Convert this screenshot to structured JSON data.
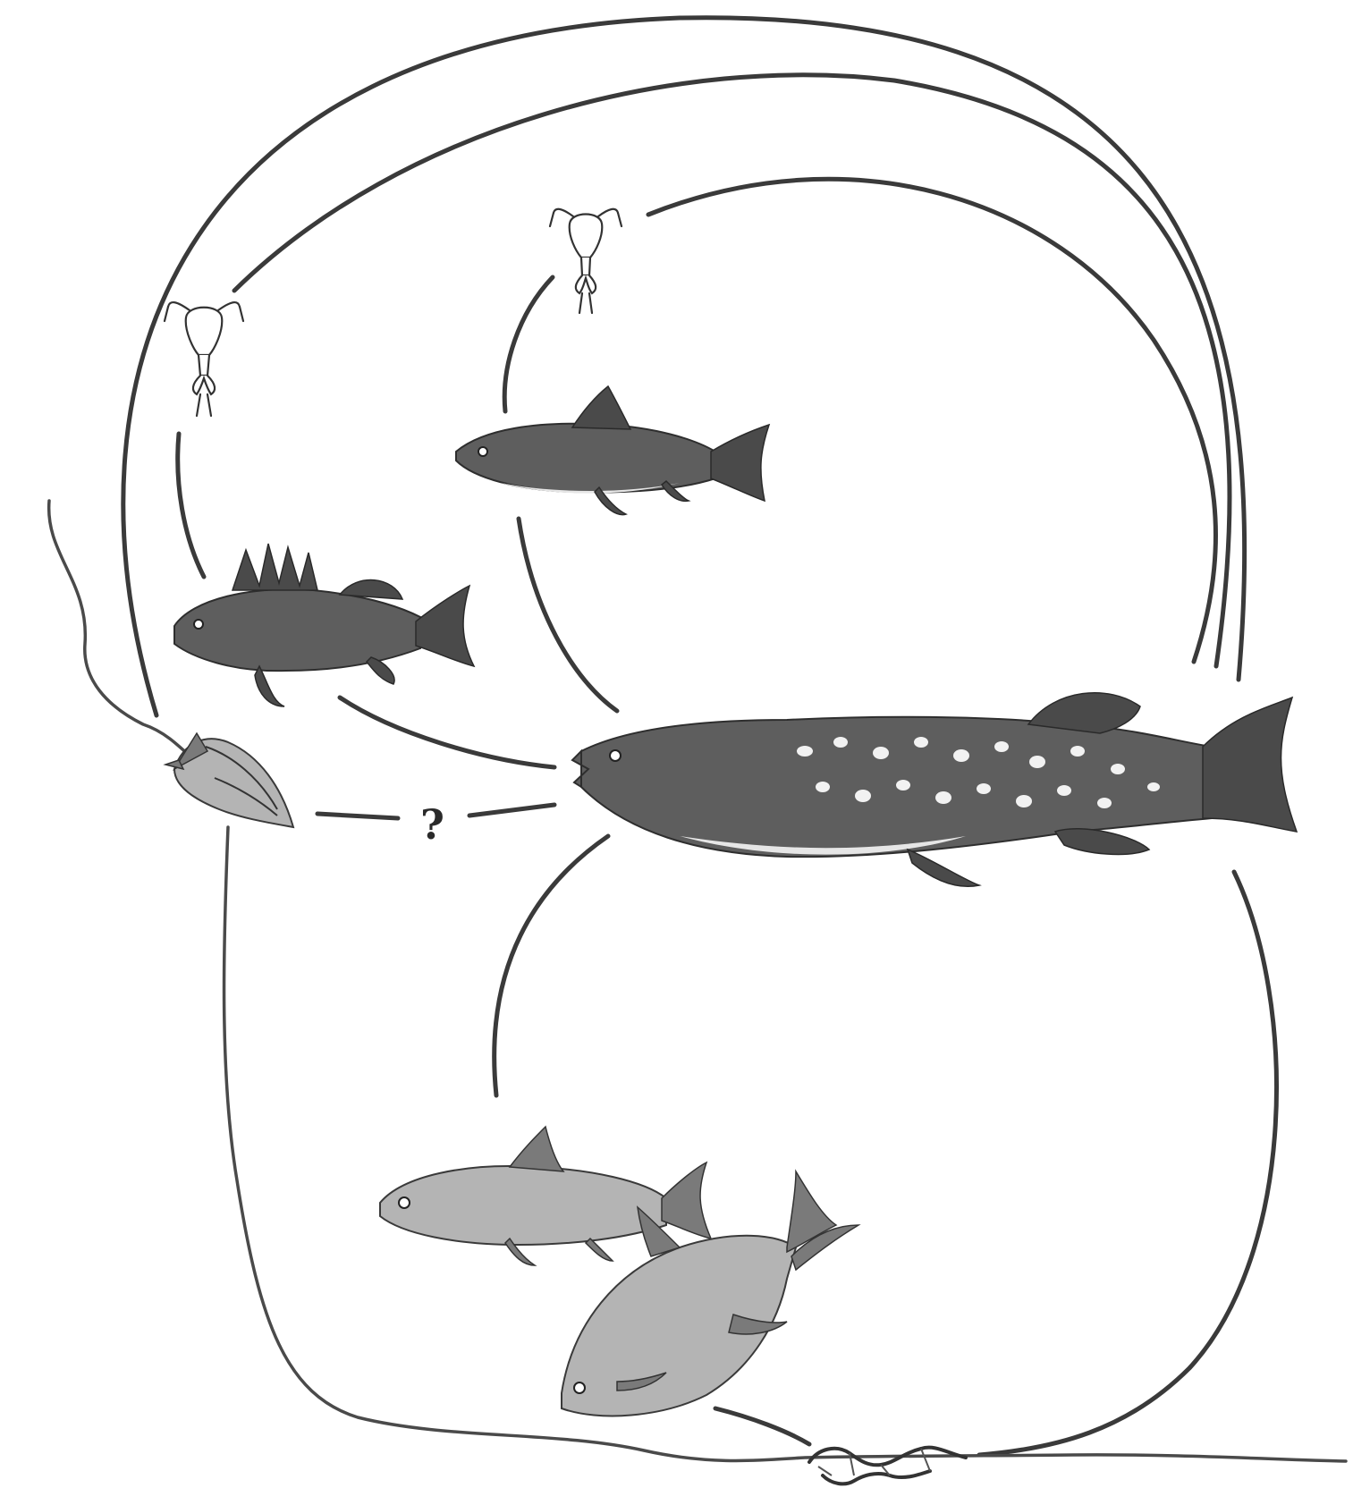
{
  "diagram": {
    "question_mark": "?",
    "organisms": [
      {
        "key": "pike",
        "icon": "pike-icon"
      },
      {
        "key": "perch",
        "icon": "perch-icon"
      },
      {
        "key": "whitefish",
        "icon": "whitefish-icon"
      },
      {
        "key": "roach",
        "icon": "roach-icon"
      },
      {
        "key": "bream",
        "icon": "bream-icon"
      },
      {
        "key": "copepod_left",
        "icon": "copepod-icon"
      },
      {
        "key": "copepod_upper",
        "icon": "copepod-icon"
      },
      {
        "key": "snail",
        "icon": "snail-icon"
      },
      {
        "key": "tapeworm",
        "icon": "tapeworm-icon"
      }
    ],
    "colors": {
      "background": "#ffffff",
      "line": "#3a3a3a",
      "fish_dark": "#5e5e5e",
      "fish_light": "#b4b4b4"
    }
  }
}
